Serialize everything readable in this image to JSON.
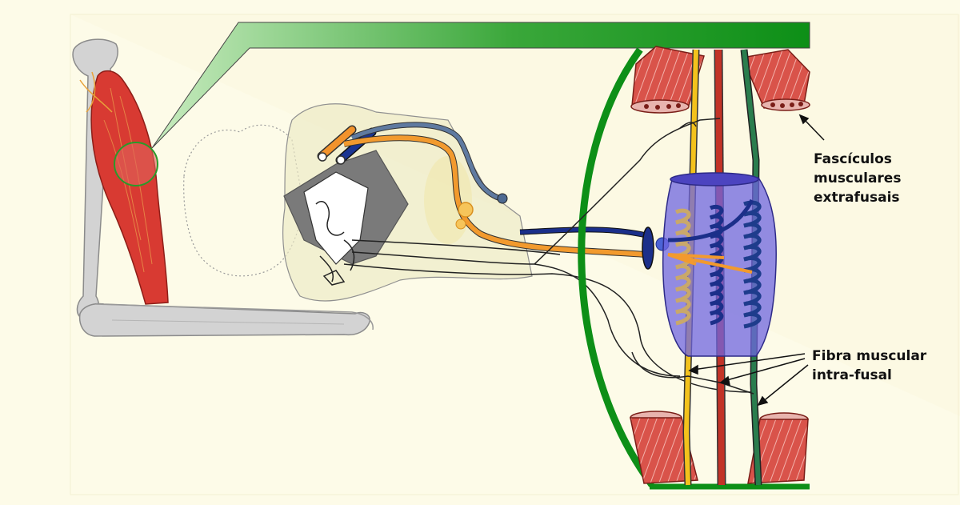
{
  "labels": {
    "extrafusal": [
      "Fascículos",
      "musculares",
      "extrafusais"
    ],
    "intrafusal": [
      "Fibra muscular",
      "intra-fusal"
    ]
  },
  "colors": {
    "background": "#fdfbe8",
    "green_frame": "#0d8f17",
    "muscle_red": "#d94b3f",
    "bone_gray": "#d0d0d0",
    "spindle_blue": "#7d74e0",
    "afferent_orange": "#f29a2e",
    "efferent_blue": "#1b2f8a",
    "fiber_yellow": "#f3c21c",
    "fiber_red": "#c23327",
    "fiber_green": "#2a7d4e"
  }
}
